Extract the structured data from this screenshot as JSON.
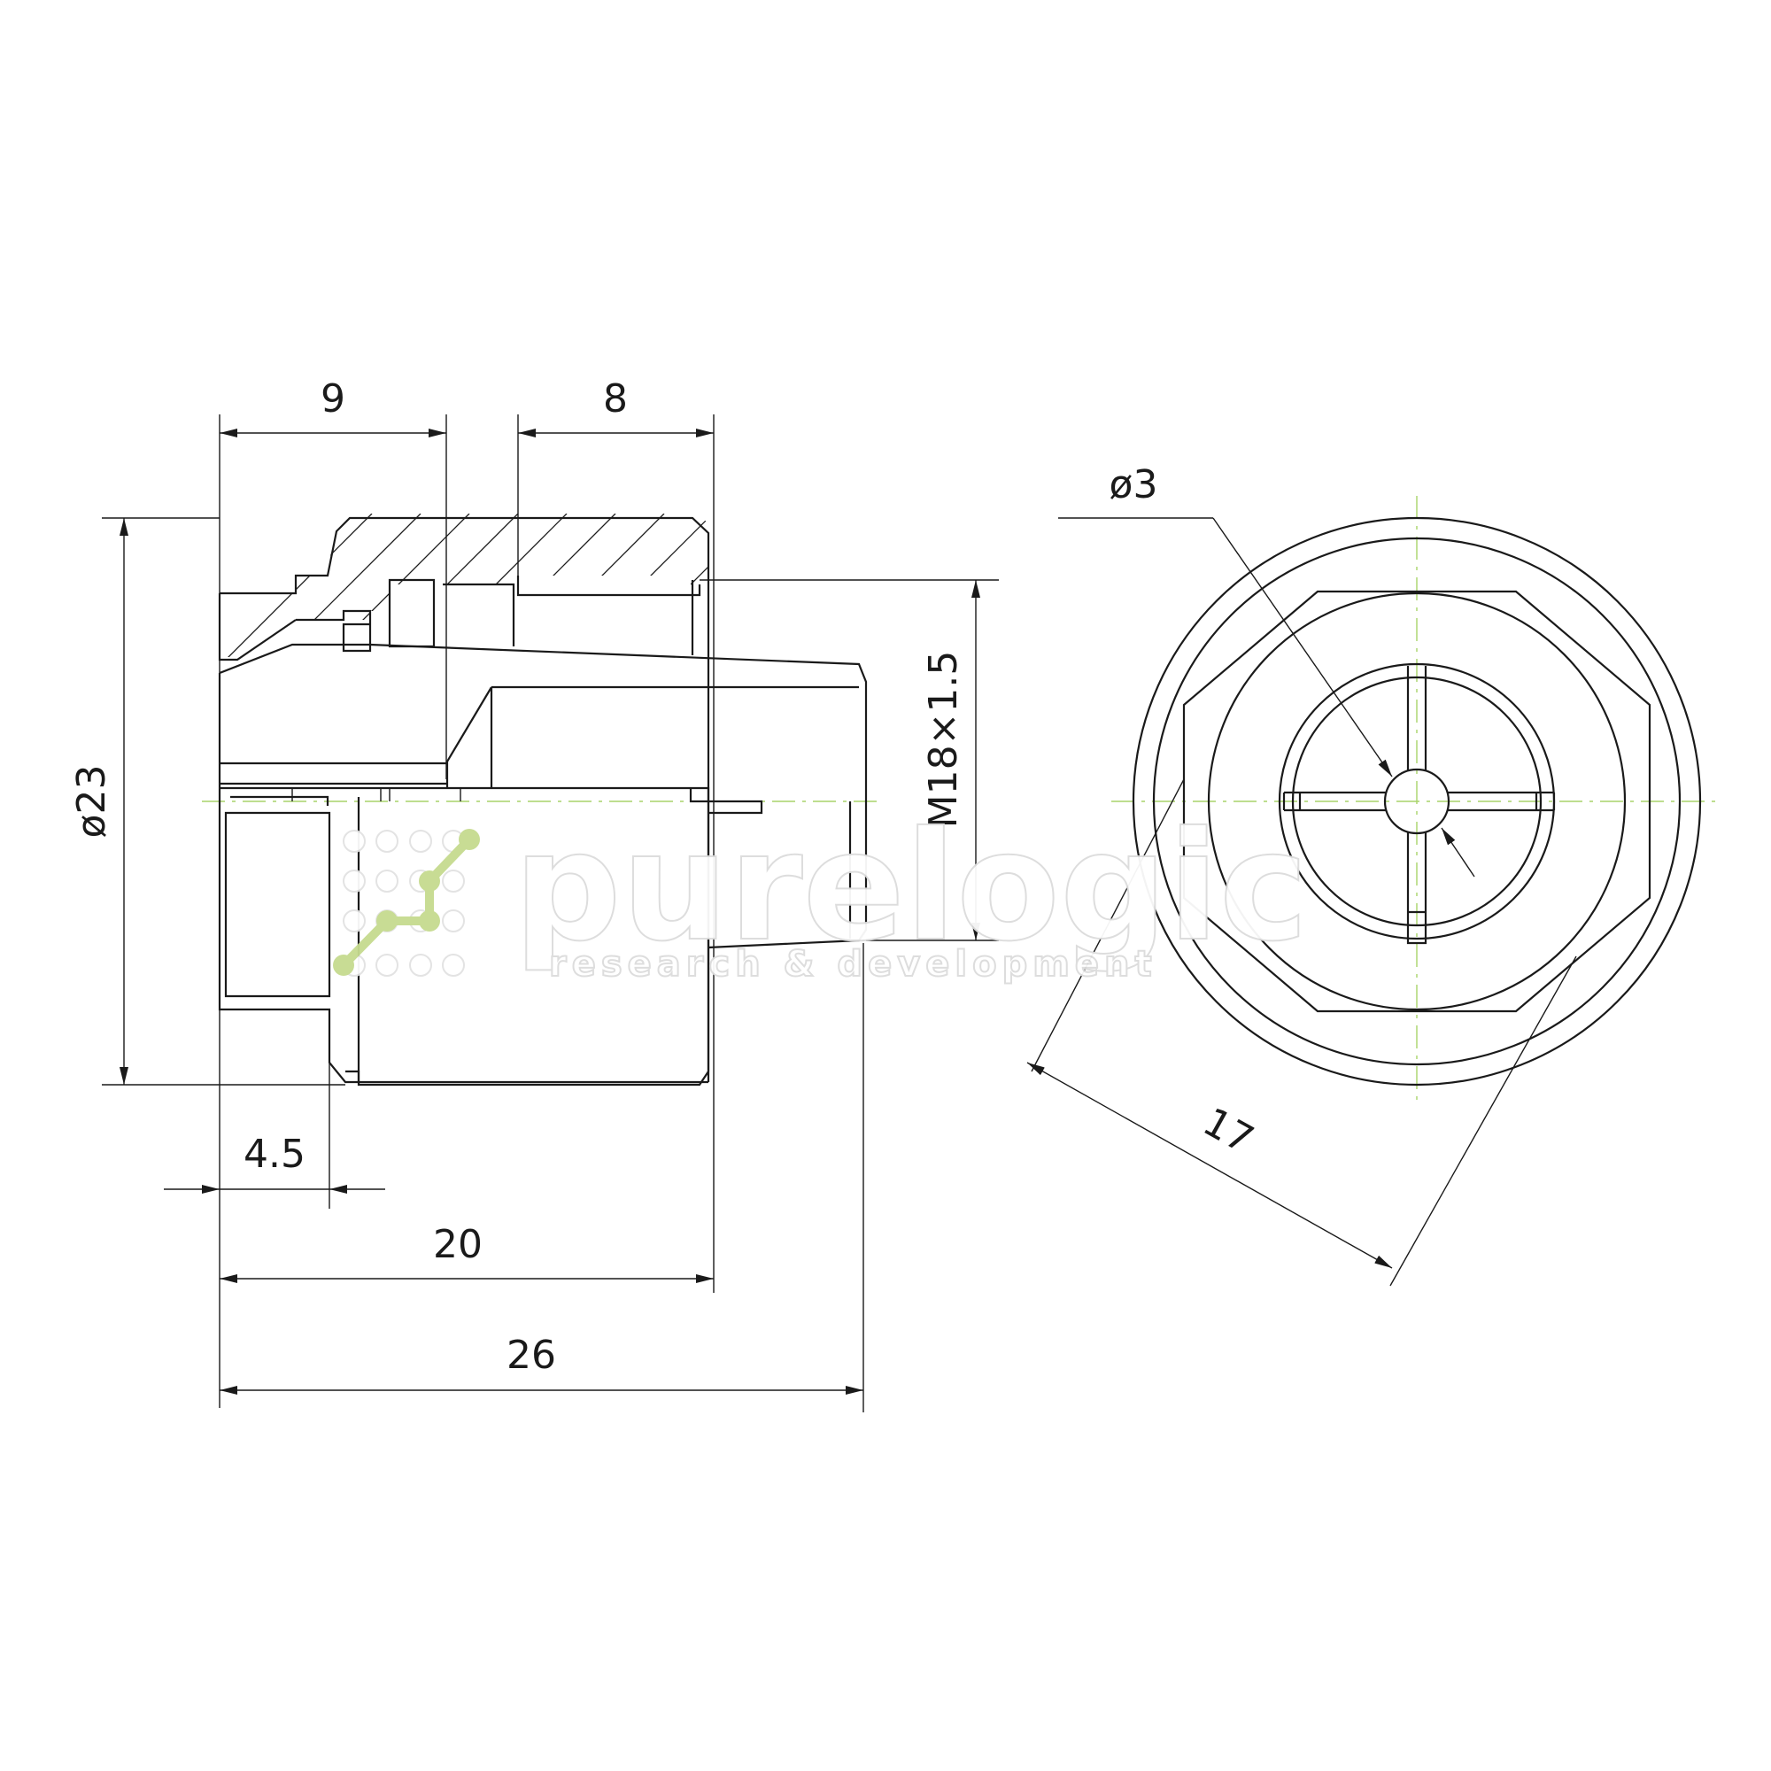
{
  "dimensions": {
    "d9": "9",
    "d8": "8",
    "d23": "ø23",
    "thread": "M18×1.5",
    "d4_5": "4.5",
    "d20": "20",
    "d26": "26",
    "d3": "ø3",
    "d17": "17"
  },
  "watermark": {
    "brand": "purelogic",
    "tagline": "research & development"
  },
  "colors": {
    "line": "#1a1a1a",
    "axis": "#a9d46a",
    "logo": "#c6db8f"
  }
}
